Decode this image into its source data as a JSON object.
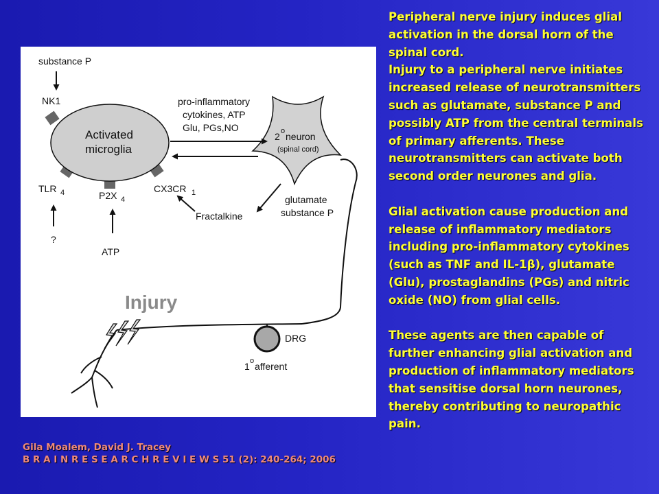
{
  "figure": {
    "labels": {
      "substance_p": "substance P",
      "nk1": "NK1",
      "microglia_line1": "Activated",
      "microglia_line2": "microglia",
      "pro_line1": "pro-inflammatory",
      "pro_line2": "cytokines, ATP",
      "pro_line3": "Glu, PGs,NO",
      "neuron_sup": "2",
      "neuron_deg": "o",
      "neuron_word": "neuron",
      "neuron_sub": "(spinal cord)",
      "tlr": "TLR",
      "tlr_sub": "4",
      "p2x": "P2X",
      "p2x_sub": "4",
      "cx3cr": "CX3CR",
      "cx3cr_sub": "1",
      "glutamate": "glutamate",
      "substance_p_2": "substance P",
      "fractalkine": "Fractalkine",
      "question": "?",
      "atp": "ATP",
      "injury": "Injury",
      "drg": "DRG",
      "afferent_num": "1",
      "afferent_deg": "o",
      "afferent_word": "afferent"
    }
  },
  "text": {
    "para1": "Peripheral nerve injury induces glial activation in the dorsal horn of the spinal cord.",
    "para2": "Injury to a peripheral nerve initiates increased release of neurotransmitters such as glutamate, substance P and possibly ATP from the central terminals of primary afferents. These neurotransmitters can activate both second order neurones and glia.",
    "para3": "Glial activation cause production and release of inflammatory mediators including pro-inflammatory cytokines (such as TNF and IL-1β), glutamate (Glu), prostaglandins (PGs) and nitric oxide (NO) from glial cells.",
    "para4": "These agents are then capable of further enhancing glial activation and production of inflammatory mediators that sensitise dorsal horn neurones, thereby contributing to neuropathic pain."
  },
  "citation": {
    "authors": "Gila Moalem, David J. Tracey",
    "journal": "B R A I N R E S E A R C H R E V I E W S 51 (2): 240-264; 2006"
  },
  "colors": {
    "background": "#2424c4",
    "body_text": "#ffff33",
    "citation_text": "#f08a78",
    "microglia_fill": "#cfcfcf",
    "neuron_fill": "#d2d2d2"
  }
}
